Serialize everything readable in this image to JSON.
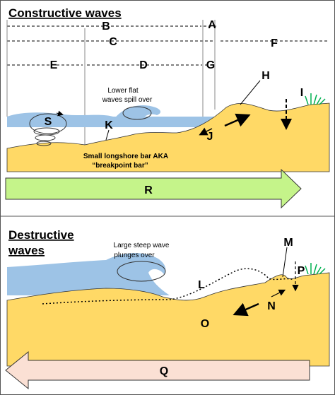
{
  "constructive": {
    "title": "Constructive waves",
    "labels": {
      "A": "A",
      "B": "B",
      "C": "C",
      "D": "D",
      "E": "E",
      "F": "F",
      "G": "G",
      "H": "H",
      "I": "I",
      "J": "J",
      "K": "K",
      "S": "S"
    },
    "wave_note_line1": "Lower flat",
    "wave_note_line2": "waves spill over",
    "bar_note_line1": "Small longshore bar AKA",
    "bar_note_line2": "“breakpoint bar”",
    "arrow_label": "R",
    "colors": {
      "sea": "#9dc3e6",
      "sand": "#ffd966",
      "arrow": "#c5f48a",
      "grass": "#00b050"
    }
  },
  "destructive": {
    "title_line1": "Destructive",
    "title_line2": "waves",
    "labels": {
      "L": "L",
      "M": "M",
      "N": "N",
      "O": "O",
      "P": "P"
    },
    "wave_note_line1": "Large steep wave",
    "wave_note_line2": "plunges over",
    "arrow_label": "Q",
    "colors": {
      "sea": "#9dc3e6",
      "sand": "#ffd966",
      "arrow": "#fbe0d4"
    }
  }
}
